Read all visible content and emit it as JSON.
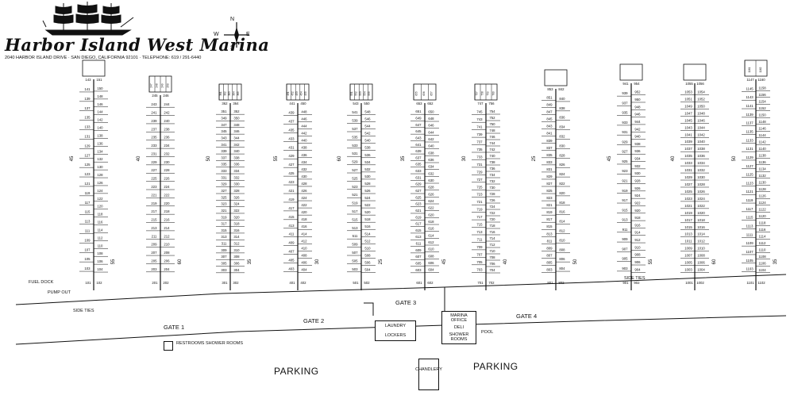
{
  "header": {
    "title": "Harbor Island West Marina",
    "address": "2040 HARBOR ISLAND DRIVE · SAN DIEGO, CALIFORNIA 92101 · TELEPHONE: 619 / 291-6440"
  },
  "compass": {
    "n": "N",
    "s": "S",
    "e": "E",
    "w": "W"
  },
  "gates": [
    "GATE 1",
    "GATE 2",
    "GATE 3",
    "GATE 4"
  ],
  "facilities": {
    "fuel_dock": "FUEL DOCK",
    "pump_out": "PUMP OUT",
    "restrooms": "RESTROOMS SHOWER ROOMS",
    "laundry": "LAUNDRY",
    "lockers": "LOCKERS",
    "marina_office": "MARINA OFFICE",
    "deli": "DELI",
    "marina_showers": "SHOWER ROOMS",
    "pool": "POOL",
    "chandlery": "CHANDLERY"
  },
  "parking": [
    "PARKING",
    "PARKING"
  ],
  "side_ties": [
    "SIDE TIES",
    "SIDE TIES"
  ],
  "docks": [
    {
      "id": "100",
      "head_left": "143",
      "head_right": "151",
      "low_left": "101",
      "low_right": "102",
      "left": [
        "141",
        "139",
        "137",
        "135",
        "133",
        "131",
        "129",
        "127",
        "125",
        "123",
        "121",
        "119",
        "117",
        "115",
        "113",
        "111",
        "109",
        "107",
        "105",
        "103"
      ],
      "right": [
        "150",
        "148",
        "146",
        "144",
        "142",
        "140",
        "138",
        "136",
        "134",
        "132",
        "130",
        "128",
        "126",
        "124",
        "122",
        "120",
        "118",
        "116",
        "114",
        "112",
        "110",
        "108",
        "106",
        "104"
      ],
      "finger_top": []
    },
    {
      "id": "200",
      "head_left": "245",
      "head_right": "246",
      "low_left": "201",
      "low_right": "202",
      "left": [
        "243",
        "241",
        "239",
        "237",
        "235",
        "233",
        "231",
        "229",
        "227",
        "225",
        "223",
        "221",
        "219",
        "217",
        "215",
        "213",
        "211",
        "209",
        "207",
        "205",
        "203"
      ],
      "right": [
        "244",
        "242",
        "240",
        "238",
        "236",
        "234",
        "232",
        "230",
        "228",
        "226",
        "224",
        "222",
        "220",
        "218",
        "216",
        "214",
        "212",
        "210",
        "208",
        "206",
        "204"
      ],
      "finger_top": [
        "247",
        "248",
        "249",
        "250"
      ]
    },
    {
      "id": "300",
      "head_left": "362",
      "head_right": "364",
      "low_left": "301",
      "low_right": "302",
      "left": [
        "351",
        "349",
        "347",
        "345",
        "343",
        "341",
        "339",
        "337",
        "335",
        "333",
        "331",
        "329",
        "327",
        "325",
        "323",
        "321",
        "319",
        "317",
        "315",
        "313",
        "311",
        "309",
        "307",
        "305",
        "303"
      ],
      "right": [
        "352",
        "350",
        "348",
        "346",
        "344",
        "342",
        "340",
        "338",
        "336",
        "334",
        "332",
        "330",
        "328",
        "326",
        "324",
        "322",
        "320",
        "318",
        "316",
        "314",
        "312",
        "310",
        "308",
        "306",
        "304"
      ],
      "finger_top": [
        "361",
        "362",
        "363",
        "364",
        "365"
      ]
    },
    {
      "id": "400",
      "head_left": "441",
      "head_right": "450",
      "low_left": "401",
      "low_right": "402",
      "left": [
        "439",
        "437",
        "435",
        "433",
        "431",
        "429",
        "427",
        "425",
        "423",
        "421",
        "419",
        "417",
        "415",
        "413",
        "411",
        "409",
        "407",
        "405",
        "403"
      ],
      "right": [
        "448",
        "446",
        "444",
        "442",
        "440",
        "438",
        "436",
        "434",
        "432",
        "430",
        "428",
        "426",
        "424",
        "422",
        "420",
        "418",
        "416",
        "414",
        "412",
        "410",
        "408",
        "406",
        "404"
      ],
      "finger_top": [
        "451",
        "452",
        "453",
        "454",
        "455"
      ]
    },
    {
      "id": "500",
      "head_left": "543",
      "head_right": "550",
      "low_left": "501",
      "low_right": "502",
      "left": [
        "541",
        "539",
        "537",
        "535",
        "533",
        "531",
        "529",
        "527",
        "525",
        "523",
        "521",
        "519",
        "517",
        "515",
        "513",
        "511",
        "509",
        "507",
        "505",
        "503"
      ],
      "right": [
        "548",
        "546",
        "544",
        "542",
        "540",
        "538",
        "536",
        "534",
        "532",
        "530",
        "528",
        "526",
        "524",
        "522",
        "520",
        "518",
        "516",
        "514",
        "512",
        "510",
        "508",
        "506",
        "504"
      ],
      "finger_top": [
        "551",
        "552",
        "553",
        "554",
        "555"
      ]
    },
    {
      "id": "600",
      "head_left": "653",
      "head_right": "652",
      "low_left": "601",
      "low_right": "602",
      "left": [
        "651",
        "649",
        "647",
        "645",
        "643",
        "641",
        "639",
        "637",
        "635",
        "633",
        "631",
        "629",
        "627",
        "625",
        "623",
        "621",
        "619",
        "617",
        "615",
        "613",
        "611",
        "609",
        "607",
        "605",
        "603"
      ],
      "right": [
        "650",
        "648",
        "646",
        "644",
        "642",
        "640",
        "638",
        "636",
        "634",
        "632",
        "630",
        "628",
        "626",
        "624",
        "622",
        "620",
        "618",
        "616",
        "614",
        "612",
        "610",
        "608",
        "606",
        "604"
      ],
      "finger_top": [
        "655",
        "656",
        "657"
      ]
    },
    {
      "id": "700",
      "head_left": "747",
      "head_right": "756",
      "low_left": "701",
      "low_right": "702",
      "left": [
        "745",
        "743",
        "741",
        "739",
        "737",
        "735",
        "733",
        "731",
        "729",
        "727",
        "725",
        "723",
        "721",
        "719",
        "717",
        "715",
        "713",
        "711",
        "709",
        "707",
        "705",
        "703"
      ],
      "right": [
        "754",
        "752",
        "750",
        "748",
        "746",
        "744",
        "742",
        "740",
        "738",
        "736",
        "734",
        "732",
        "730",
        "728",
        "726",
        "724",
        "722",
        "720",
        "718",
        "716",
        "714",
        "712",
        "710",
        "708",
        "706",
        "704"
      ],
      "finger_top": [
        "757",
        "758",
        "759",
        "760"
      ]
    },
    {
      "id": "800",
      "head_left": "853",
      "head_right": "842",
      "low_left": "801",
      "low_right": "802",
      "left": [
        "851",
        "849",
        "847",
        "845",
        "843",
        "841",
        "839",
        "837",
        "835",
        "833",
        "831",
        "829",
        "827",
        "825",
        "823",
        "821",
        "819",
        "817",
        "815",
        "813",
        "811",
        "809",
        "807",
        "805",
        "803"
      ],
      "right": [
        "840",
        "838",
        "836",
        "834",
        "832",
        "830",
        "828",
        "826",
        "824",
        "822",
        "820",
        "818",
        "816",
        "814",
        "812",
        "810",
        "808",
        "806",
        "804"
      ],
      "finger_top": []
    },
    {
      "id": "900",
      "head_left": "941",
      "head_right": "954",
      "low_left": "901",
      "low_right": "902",
      "left": [
        "939",
        "937",
        "935",
        "933",
        "931",
        "929",
        "927",
        "925",
        "923",
        "921",
        "919",
        "917",
        "915",
        "913",
        "911",
        "909",
        "907",
        "905",
        "903"
      ],
      "right": [
        "952",
        "950",
        "948",
        "946",
        "944",
        "942",
        "940",
        "938",
        "936",
        "934",
        "932",
        "930",
        "928",
        "926",
        "924",
        "922",
        "920",
        "918",
        "916",
        "914",
        "912",
        "910",
        "908",
        "906",
        "904"
      ],
      "finger_top": []
    },
    {
      "id": "1000",
      "head_left": "1055",
      "head_right": "1056",
      "low_left": "1001",
      "low_right": "1002",
      "left": [
        "1053",
        "1051",
        "1049",
        "1047",
        "1045",
        "1043",
        "1041",
        "1039",
        "1037",
        "1035",
        "1033",
        "1031",
        "1029",
        "1027",
        "1025",
        "1023",
        "1021",
        "1019",
        "1017",
        "1015",
        "1013",
        "1011",
        "1009",
        "1007",
        "1005",
        "1003"
      ],
      "right": [
        "1054",
        "1052",
        "1050",
        "1048",
        "1046",
        "1044",
        "1042",
        "1040",
        "1038",
        "1036",
        "1034",
        "1032",
        "1030",
        "1028",
        "1026",
        "1024",
        "1022",
        "1020",
        "1018",
        "1016",
        "1014",
        "1012",
        "1010",
        "1008",
        "1006",
        "1004"
      ],
      "finger_top": []
    },
    {
      "id": "1100",
      "head_left": "1147",
      "head_right": "1160",
      "low_left": "1101",
      "low_right": "1102",
      "left": [
        "1145",
        "1143",
        "1141",
        "1139",
        "1137",
        "1135",
        "1133",
        "1131",
        "1129",
        "1127",
        "1125",
        "1123",
        "1121",
        "1119",
        "1117",
        "1115",
        "1113",
        "1111",
        "1109",
        "1107",
        "1105",
        "1103"
      ],
      "right": [
        "1158",
        "1156",
        "1154",
        "1152",
        "1150",
        "1148",
        "1146",
        "1144",
        "1142",
        "1140",
        "1138",
        "1136",
        "1134",
        "1132",
        "1130",
        "1128",
        "1126",
        "1124",
        "1122",
        "1120",
        "1118",
        "1116",
        "1114",
        "1112",
        "1110",
        "1108",
        "1106",
        "1104"
      ],
      "finger_top": [
        "1161",
        "1162"
      ]
    }
  ],
  "slip_lengths": [
    "45",
    "40",
    "50",
    "55",
    "60",
    "35",
    "30",
    "25"
  ]
}
